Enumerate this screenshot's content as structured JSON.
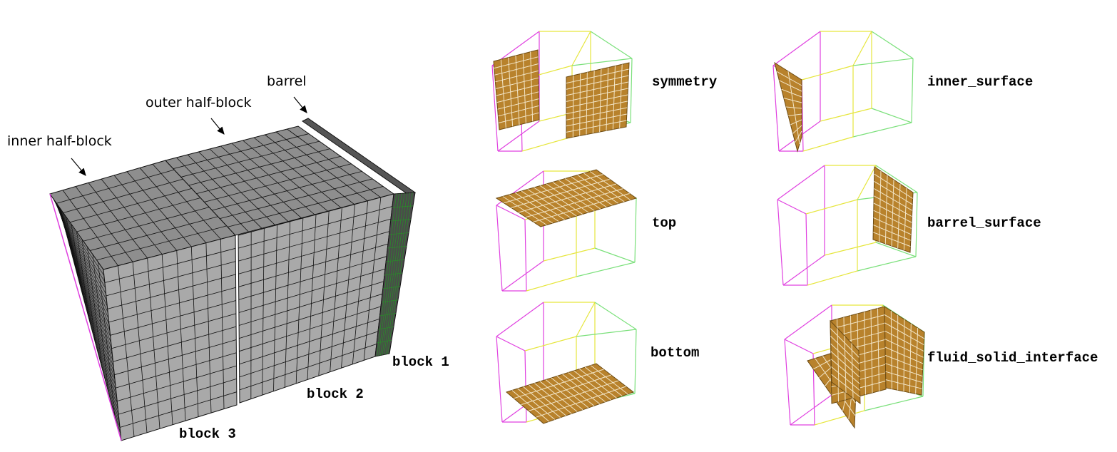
{
  "figure": {
    "annotations": {
      "inner_half_block": "inner half-block",
      "outer_half_block": "outer half-block",
      "barrel": "barrel"
    },
    "block_labels": {
      "block1": "block 1",
      "block2": "block 2",
      "block3": "block 3"
    },
    "surfaces": [
      {
        "id": "symmetry",
        "label": "symmetry"
      },
      {
        "id": "inner_surface",
        "label": "inner_surface"
      },
      {
        "id": "top",
        "label": "top"
      },
      {
        "id": "barrel_surface",
        "label": "barrel_surface"
      },
      {
        "id": "bottom",
        "label": "bottom"
      },
      {
        "id": "fluid_solid_interface",
        "label": "fluid_solid_interface"
      }
    ],
    "colors": {
      "mesh_face": "#a6a6a6",
      "mesh_top": "#8d8d8d",
      "mesh_line": "#111111",
      "highlight_face": "#b8822c",
      "highlight_line": "#f3e6c8",
      "wire_magenta": "#e040e0",
      "wire_yellow": "#e6e63c",
      "wire_green": "#7ae07a"
    }
  }
}
